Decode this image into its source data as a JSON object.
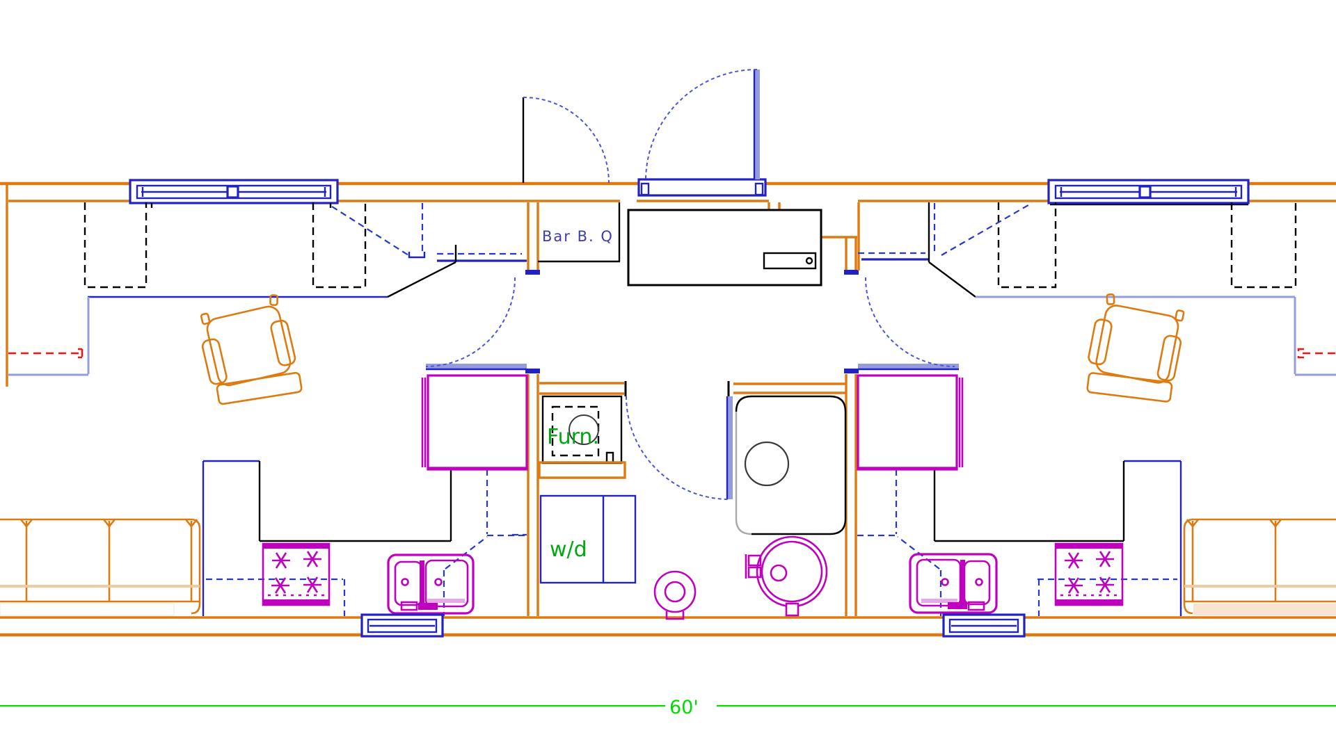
{
  "drawing": {
    "type": "architectural floor plan",
    "description": "60-foot duplex floor plan with mirrored living units and shared center utility core"
  },
  "labels": {
    "bbq": "Bar B. Q",
    "furnace": "Furn.",
    "washer_dryer": "w/d",
    "dimension_length": "60'"
  },
  "colors": {
    "background": "#ffffff",
    "wall": "#dd7a10",
    "wallLight": "#f3c9a4",
    "blue": "#2222c2",
    "dashBlue": "#2338cf",
    "arcBlue": "#4a57d4",
    "periwinkle": "#949cdf",
    "magenta": "#bf00bf",
    "magentaLight": "#eaa6ea",
    "greenLabel": "#00a810",
    "greenDim": "#00dc00",
    "red": "#ff1010",
    "gray": "#a9a9a9",
    "textBlue": "#3d3dae",
    "black": "#000000"
  }
}
